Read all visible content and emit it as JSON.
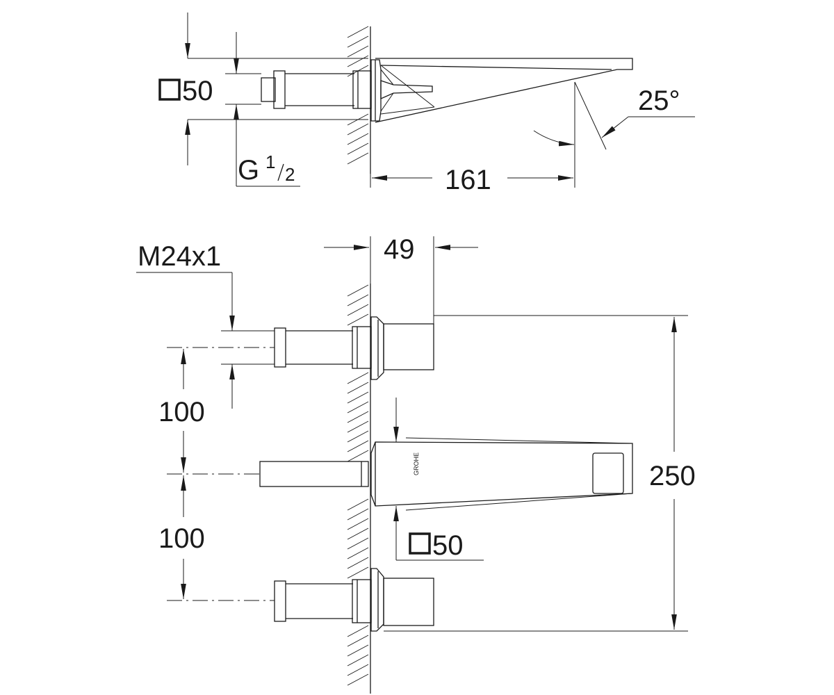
{
  "top_view": {
    "square_size": "50",
    "thread_g": "G",
    "thread_num": "1",
    "thread_den": "2",
    "length": "161",
    "angle": "25°"
  },
  "front_view": {
    "thread_m": "M24x1",
    "projection": "49",
    "spacing_upper": "100",
    "spacing_lower": "100",
    "square_size": "50",
    "height": "250"
  }
}
